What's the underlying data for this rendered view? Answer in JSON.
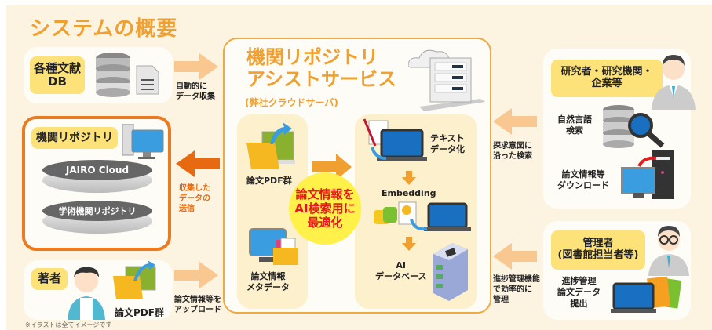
{
  "title": "システムの概要",
  "note": "※イラストは全てイメージです",
  "left": {
    "db": {
      "label_line1": "各種文献",
      "label_line2": "DB"
    },
    "arrow1": {
      "line1": "自動的に",
      "line2": "データ収集"
    },
    "repo": {
      "label": "機関リポジトリ",
      "disk1": "JAIRO Cloud",
      "disk2": "学術機関リポジトリ"
    },
    "arrow2": {
      "line1": "収集した",
      "line2": "データの",
      "line3": "送信"
    },
    "author": {
      "label": "著者",
      "caption": "論文PDF群"
    },
    "arrow3": {
      "line1": "論文情報等を",
      "line2": "アップロード"
    }
  },
  "center": {
    "title_line1": "機関リポジトリ",
    "title_line2": "アシストサービス",
    "subtitle": "(弊社クラウドサーバ)",
    "pdf": "論文PDF群",
    "meta_line1": "論文情報",
    "meta_line2": "メタデータ",
    "bubble_line1": "論文情報を",
    "bubble_line2": "AI検索用に",
    "bubble_line3": "最適化",
    "text_line1": "テキスト",
    "text_line2": "データ化",
    "embedding": "Embedding",
    "aidb_line1": "AI",
    "aidb_line2": "データベース"
  },
  "right": {
    "researcher": {
      "label_line1": "研究者・研究機関・",
      "label_line2": "企業等",
      "search_line1": "自然言語",
      "search_line2": "検索",
      "dl_line1": "論文情報等",
      "dl_line2": "ダウンロード"
    },
    "arrow1": {
      "line1": "探求意図に",
      "line2": "沿った検索"
    },
    "admin": {
      "label_line1": "管理者",
      "label_line2": "(図書館担当者等)",
      "task_line1": "進捗管理",
      "task_line2": "論文データ",
      "task_line3": "提出"
    },
    "arrow2": {
      "line1": "進捗管理機能",
      "line2": "で効率的に",
      "line3": "管理"
    }
  },
  "colors": {
    "accent": "#f0a030",
    "dark_orange": "#e86a10",
    "label_yellow": "#fde27a",
    "bubble_red": "#e8141e",
    "bubble_yellow": "#fff04a"
  }
}
